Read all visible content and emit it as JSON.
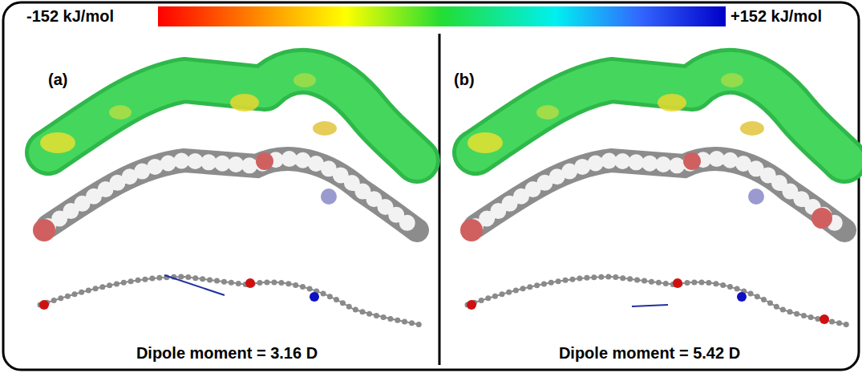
{
  "diagram": {
    "labels": [
      "-152 kJ/mol",
      "+152 kJ/mol",
      "(a)",
      "(b)",
      "Dipole moment = 3.16 D",
      "Dipole moment = 5.42 D"
    ]
  }
}
